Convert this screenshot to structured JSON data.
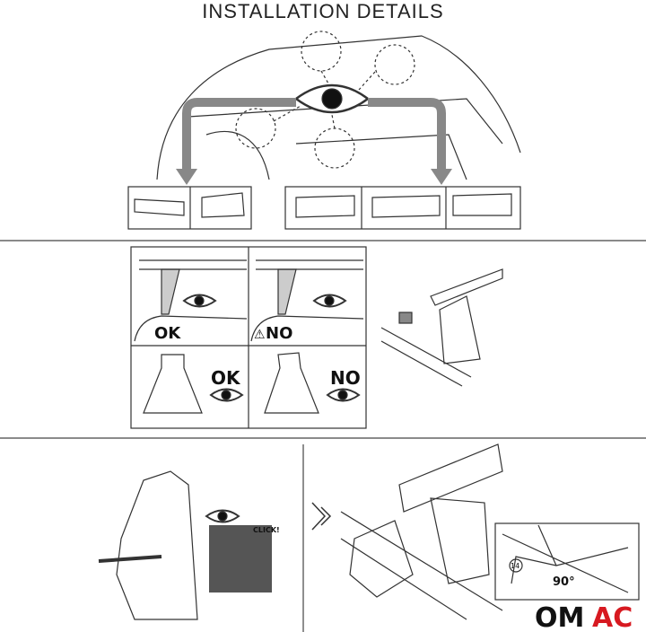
{
  "title": "INSTALLATION DETAILS",
  "section2": {
    "top_left_label": "OK",
    "top_right_label": "NO",
    "bottom_left_label": "OK",
    "bottom_right_label": "NO"
  },
  "section3": {
    "click_label": "CLICK!",
    "wrench_size": "14",
    "rotation": "90°"
  },
  "logo": {
    "text_black": "OM",
    "text_red": "AC",
    "colors": {
      "black": "#111111",
      "red": "#d71920"
    }
  }
}
